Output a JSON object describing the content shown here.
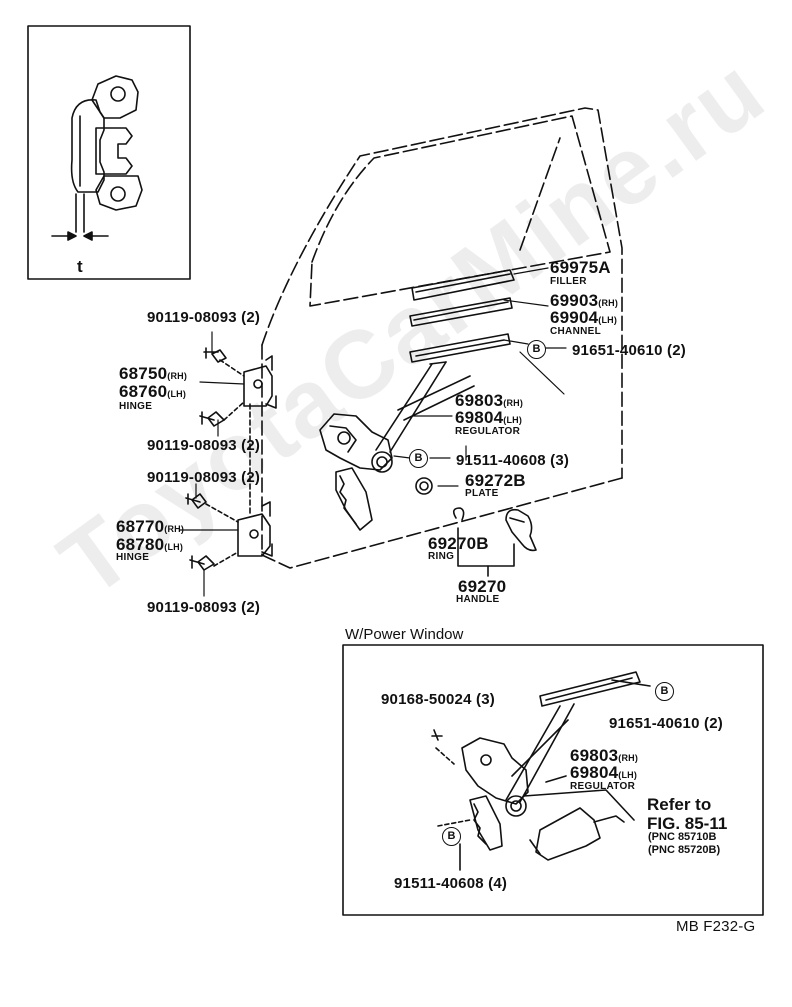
{
  "diagram": {
    "inset": {
      "dimension_label": "t"
    },
    "hinge_upper": {
      "bolt_top": {
        "number": "90119-08093",
        "qty": "(2)"
      },
      "rh": {
        "number": "68750",
        "suffix": "(RH)"
      },
      "lh": {
        "number": "68760",
        "suffix": "(LH)"
      },
      "name": "HINGE",
      "bolt_bottom": {
        "number": "90119-08093",
        "qty": "(2)"
      }
    },
    "hinge_lower": {
      "bolt_top": {
        "number": "90119-08093",
        "qty": "(2)"
      },
      "rh": {
        "number": "68770",
        "suffix": "(RH)"
      },
      "lh": {
        "number": "68780",
        "suffix": "(LH)"
      },
      "name": "HINGE",
      "bolt_bottom": {
        "number": "90119-08093",
        "qty": "(2)"
      }
    },
    "filler": {
      "number": "69975A",
      "name": "FILLER"
    },
    "channel": {
      "rh": {
        "number": "69903",
        "suffix": "(RH)"
      },
      "lh": {
        "number": "69904",
        "suffix": "(LH)"
      },
      "name": "CHANNEL"
    },
    "bolt_b1": {
      "badge": "B",
      "number": "91651-40610",
      "qty": "(2)"
    },
    "regulator": {
      "rh": {
        "number": "69803",
        "suffix": "(RH)"
      },
      "lh": {
        "number": "69804",
        "suffix": "(LH)"
      },
      "name": "REGULATOR"
    },
    "bolt_b2": {
      "badge": "B",
      "number": "91511-40608",
      "qty": "(3)"
    },
    "plate": {
      "number": "69272B",
      "name": "PLATE"
    },
    "ring": {
      "number": "69270B",
      "name": "RING"
    },
    "handle": {
      "number": "69270",
      "name": "HANDLE"
    },
    "power_window": {
      "title": "W/Power Window",
      "screw": {
        "number": "90168-50024",
        "qty": "(3)"
      },
      "bolt_b1": {
        "badge": "B",
        "number": "91651-40610",
        "qty": "(2)"
      },
      "regulator": {
        "rh": {
          "number": "69803",
          "suffix": "(RH)"
        },
        "lh": {
          "number": "69804",
          "suffix": "(LH)"
        },
        "name": "REGULATOR"
      },
      "refer": {
        "line1": "Refer to",
        "line2": "FIG. 85-11",
        "pnc1": "(PNC 85710B",
        "pnc2": "(PNC 85720B)"
      },
      "bolt_b2": {
        "badge": "B",
        "number": "91511-40608",
        "qty": "(4)"
      }
    },
    "figure_code": "MB F232-G",
    "watermark": "ToyotaCarMine.ru"
  }
}
